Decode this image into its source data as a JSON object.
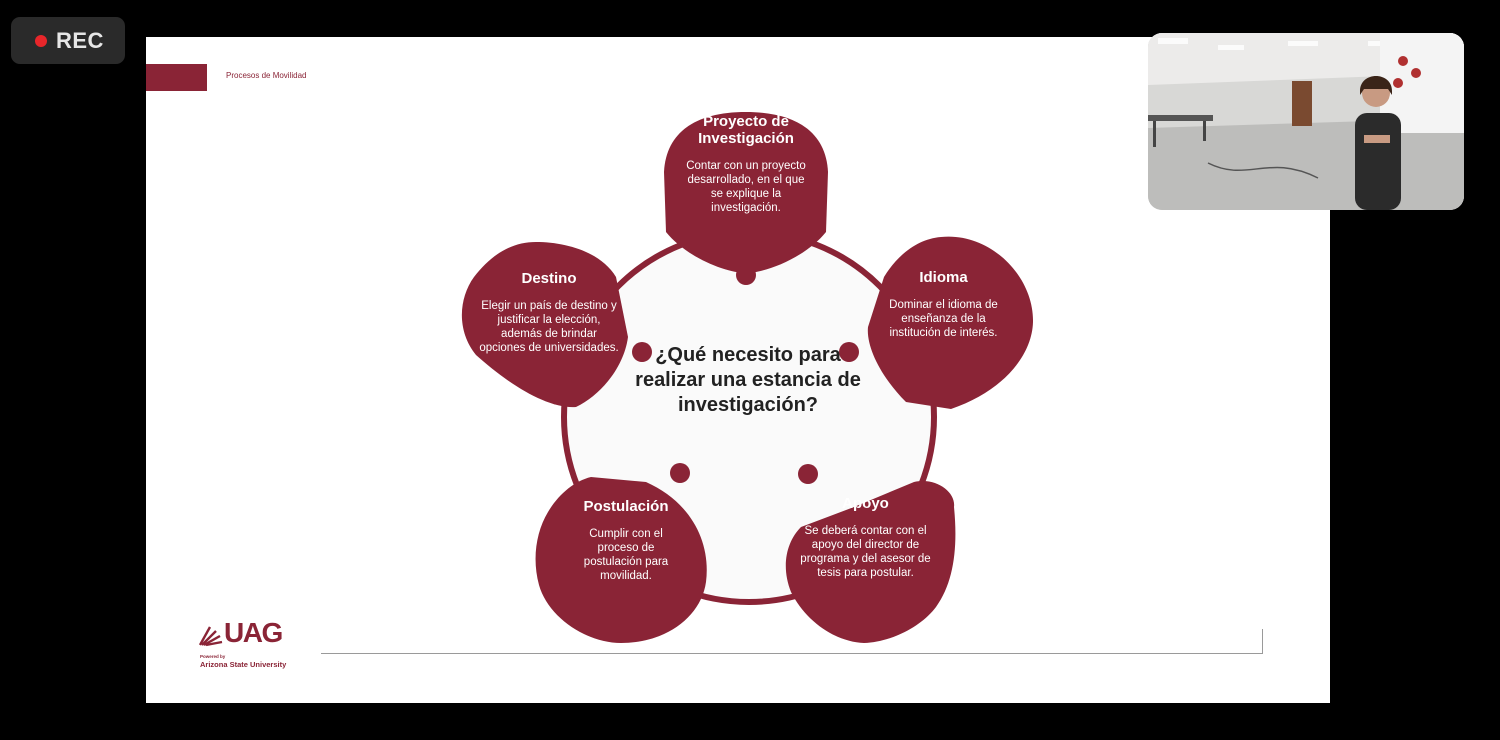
{
  "recording": {
    "label": "REC"
  },
  "slide": {
    "header_text": "Procesos de Movilidad",
    "center_question": "¿Qué necesito para realizar una estancia de investigación?",
    "nodes": {
      "proyecto": {
        "title": "Proyecto de Investigación",
        "description": "Contar con un proyecto desarrollado, en el que se explique la investigación."
      },
      "idioma": {
        "title": "Idioma",
        "description": "Dominar el idioma de enseñanza de la institución de interés."
      },
      "apoyo": {
        "title": "Apoyo",
        "description": "Se deberá contar con el apoyo del director de programa y del asesor de tesis para postular."
      },
      "postulacion": {
        "title": "Postulación",
        "description": "Cumplir con el proceso de postulación para movilidad."
      },
      "destino": {
        "title": "Destino",
        "description": "Elegir un país de destino y justificar la elección, además de brindar opciones de universidades."
      }
    },
    "logo": {
      "text": "UAG",
      "powered_by": "Powered by",
      "partner": "Arizona State University"
    }
  },
  "colors": {
    "accent": "#8a2436",
    "rec_dot": "#e8262a"
  },
  "icons": {
    "rec": "record-dot-icon"
  }
}
